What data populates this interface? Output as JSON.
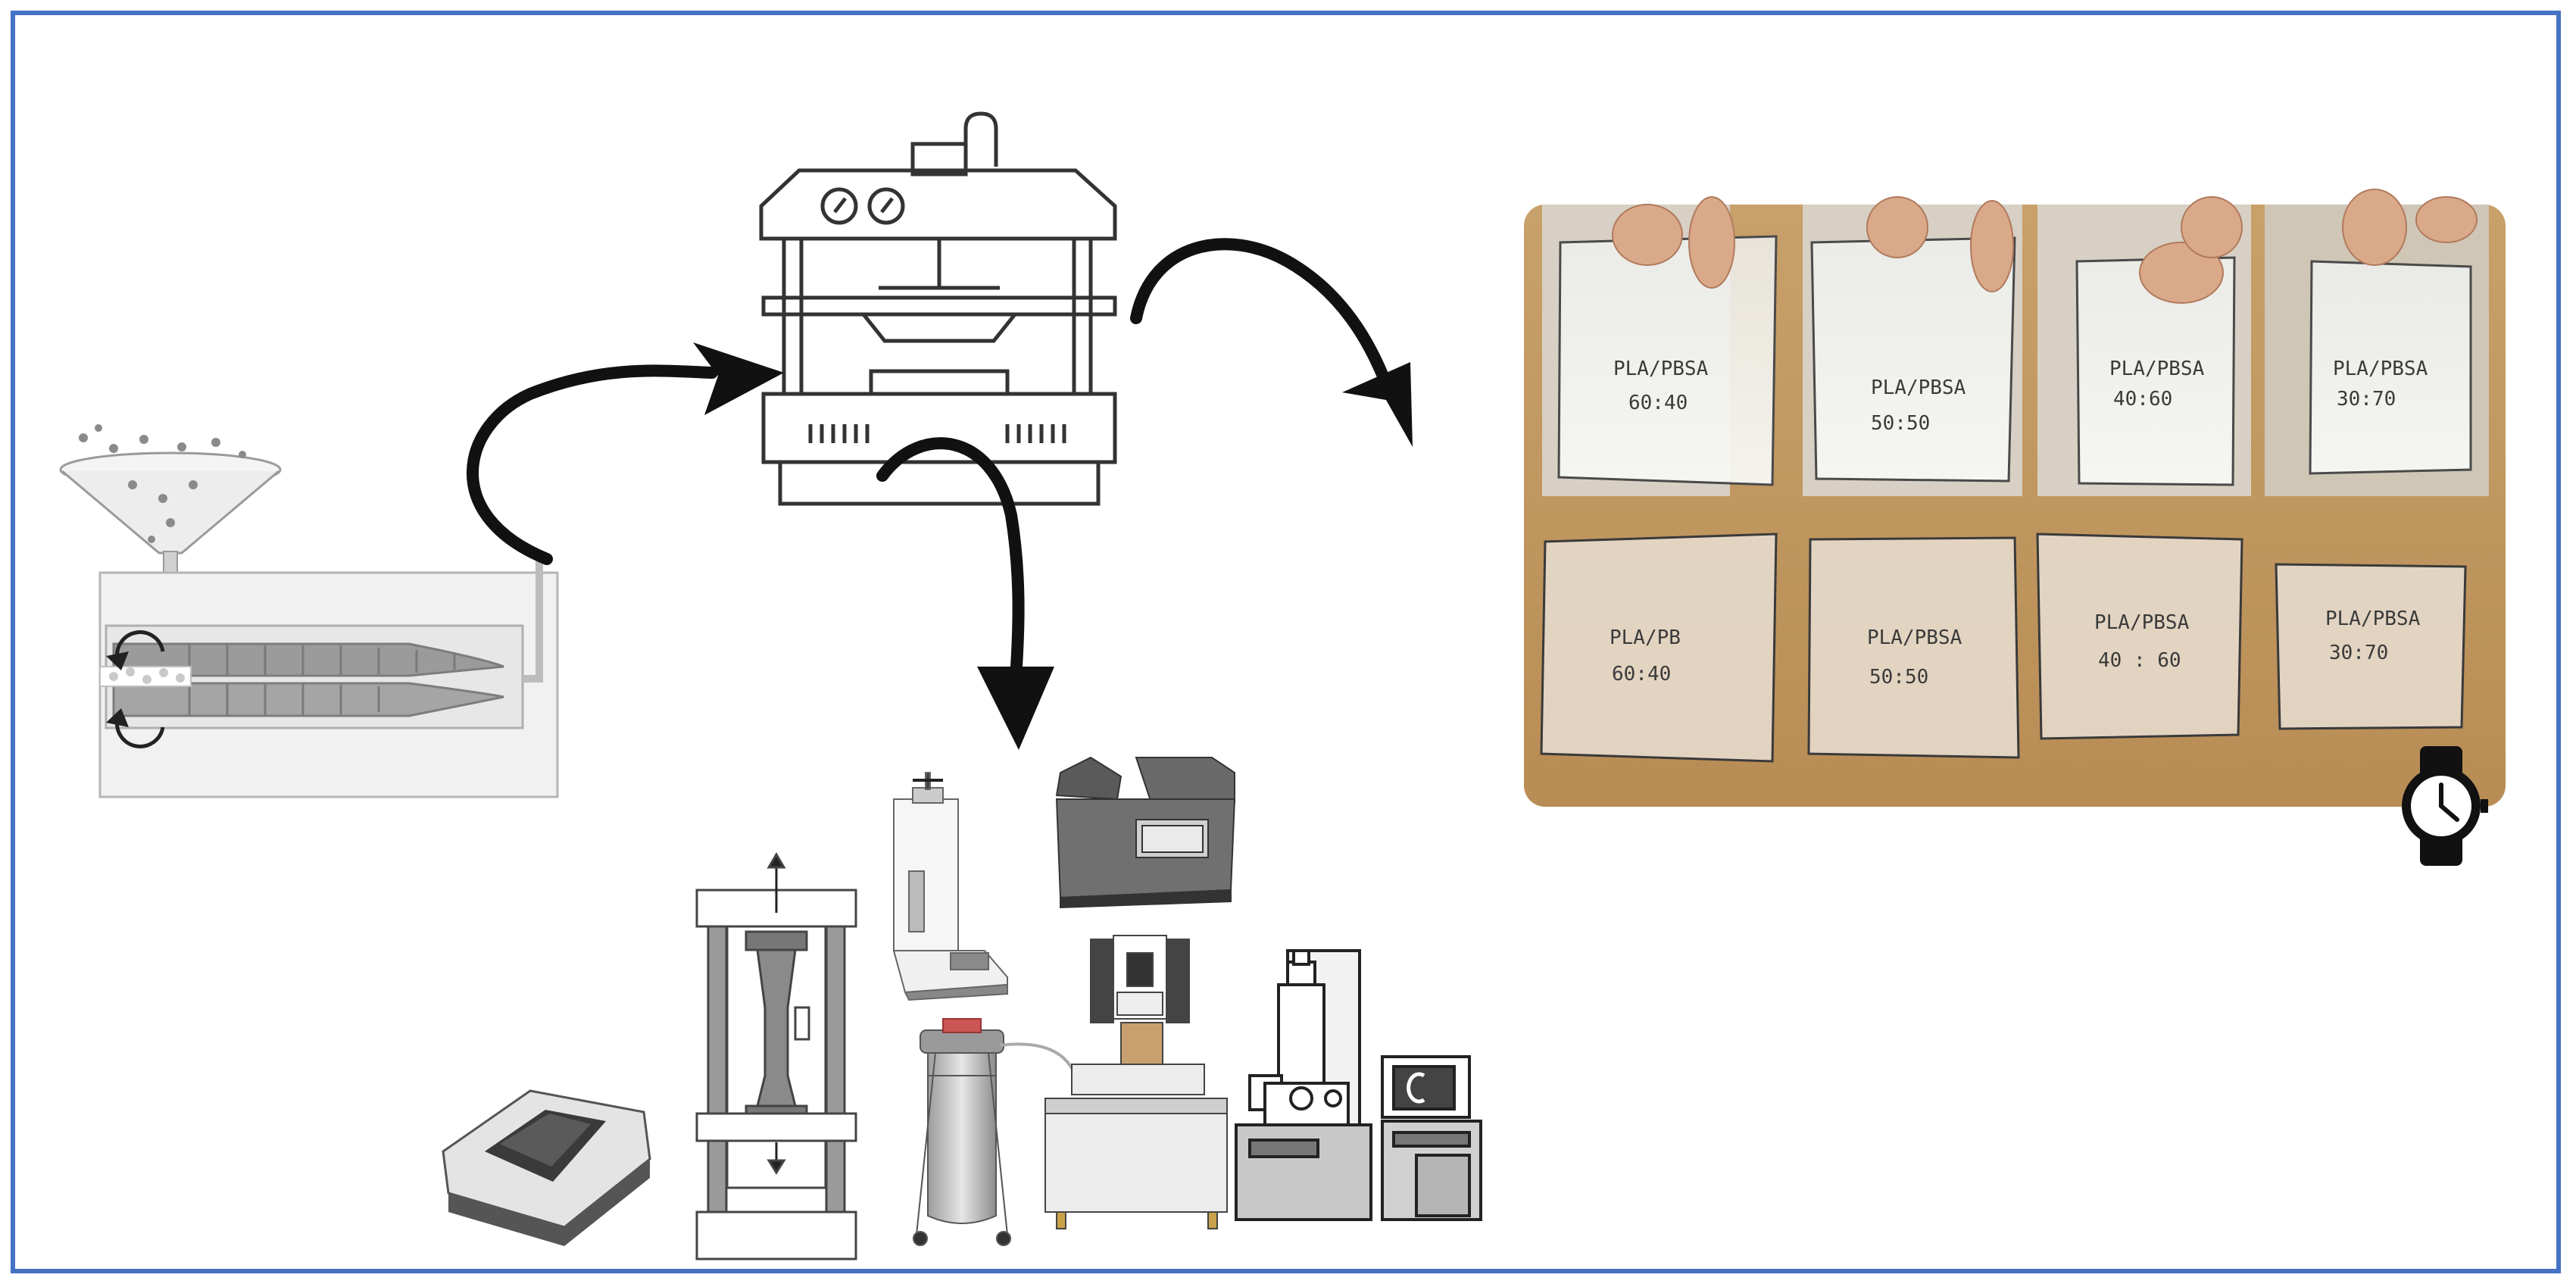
{
  "figure": {
    "border_color": "#4472c4",
    "arrow_color": "#111111"
  },
  "samples": {
    "top_row": [
      {
        "line1": "PLA/PBSA",
        "line2": "60:40"
      },
      {
        "line1": "PLA/PBSA",
        "line2": "50:50"
      },
      {
        "line1": "PLA/PBSA",
        "line2": "40:60"
      },
      {
        "line1": "PLA/PBSA",
        "line2": "30:70"
      }
    ],
    "bottom_row": [
      {
        "line1": "PLA/PB",
        "line2": "60:40"
      },
      {
        "line1": "PLA/PBSA",
        "line2": "50:50"
      },
      {
        "line1": "PLA/PBSA",
        "line2": "40 : 60"
      },
      {
        "line1": "PLA/PBSA",
        "line2": "30:70"
      }
    ]
  },
  "icons": [
    "extruder-icon",
    "hydraulic-press-icon",
    "tensile-tester-icon",
    "spectrophotometer-icon",
    "melt-flow-indexer-icon",
    "thermal-analyzer-icon",
    "liquid-nitrogen-dewar-icon",
    "dma-instrument-icon",
    "electron-microscope-icon",
    "wristwatch-icon"
  ]
}
